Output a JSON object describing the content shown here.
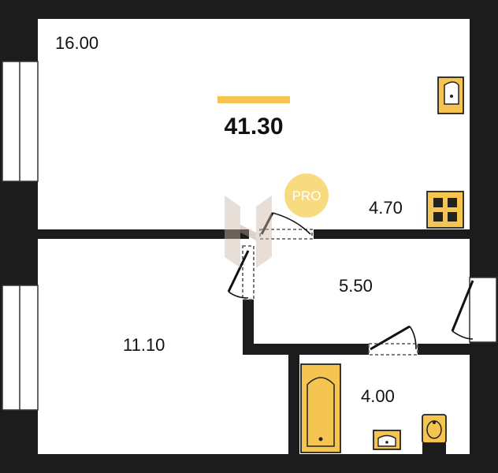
{
  "plan": {
    "total_area": "41.30",
    "badge": "PRO",
    "rooms": [
      {
        "id": "living-room",
        "area": "16.00"
      },
      {
        "id": "kitchen",
        "area": "4.70"
      },
      {
        "id": "bedroom",
        "area": "11.10"
      },
      {
        "id": "hallway",
        "area": "5.50"
      },
      {
        "id": "bathroom",
        "area": "4.00"
      }
    ]
  },
  "colors": {
    "wall": "#1c1c1c",
    "fixture_fill": "#f5c451",
    "fixture_stroke": "#222222",
    "accent_bar": "#f5c451",
    "badge": "#f7d56b",
    "window_frame": "#333333"
  }
}
